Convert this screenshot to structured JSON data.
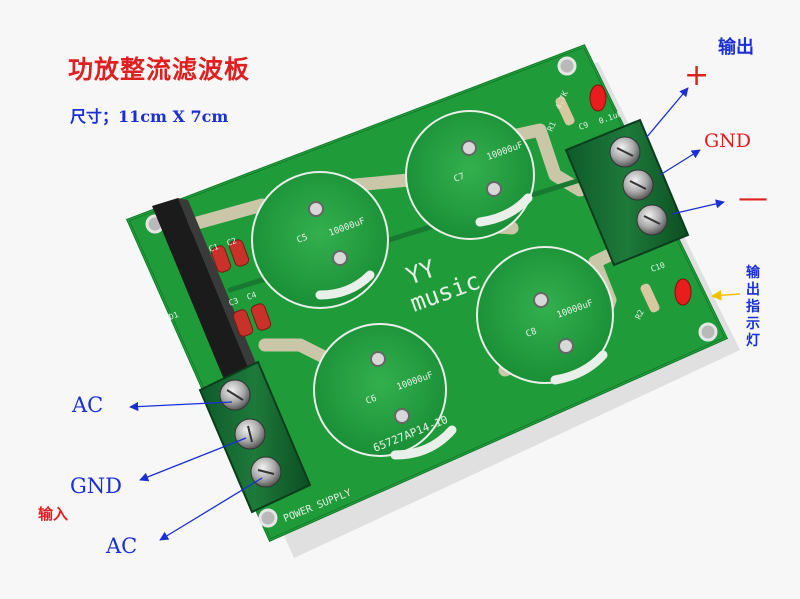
{
  "photo": {
    "title": "功放整流滤波板",
    "size_text": "尺寸；11cm X 7cm",
    "output_label": "输出",
    "plus_label": "+",
    "gnd_output_label": "GND",
    "minus_label": "—",
    "led_label": "输出指示灯",
    "ac_top_label": "AC",
    "gnd_input_label": "GND",
    "input_label": "输入",
    "ac_bottom_label": "AC"
  },
  "board": {
    "brand_line1": "YY",
    "brand_line2": "music",
    "silkscreen_bottom": "POWER SUPPLY",
    "part_number": "65727AP14-10",
    "cap_value": "10000uF",
    "cap_labels": [
      "C5",
      "C7",
      "C6",
      "C8"
    ],
    "small_labels": [
      "C1",
      "C2",
      "C3",
      "C4",
      "D1",
      "C9",
      "C10",
      "R1",
      "R2"
    ],
    "small_values": [
      "0.1uF",
      "4.7K"
    ]
  },
  "colors": {
    "pcb": "#1f9b3a",
    "pcb_dark": "#137a2a",
    "trace": "#c9c7a8",
    "title_red": "#e02020",
    "label_blue": "#1a2fd6"
  }
}
